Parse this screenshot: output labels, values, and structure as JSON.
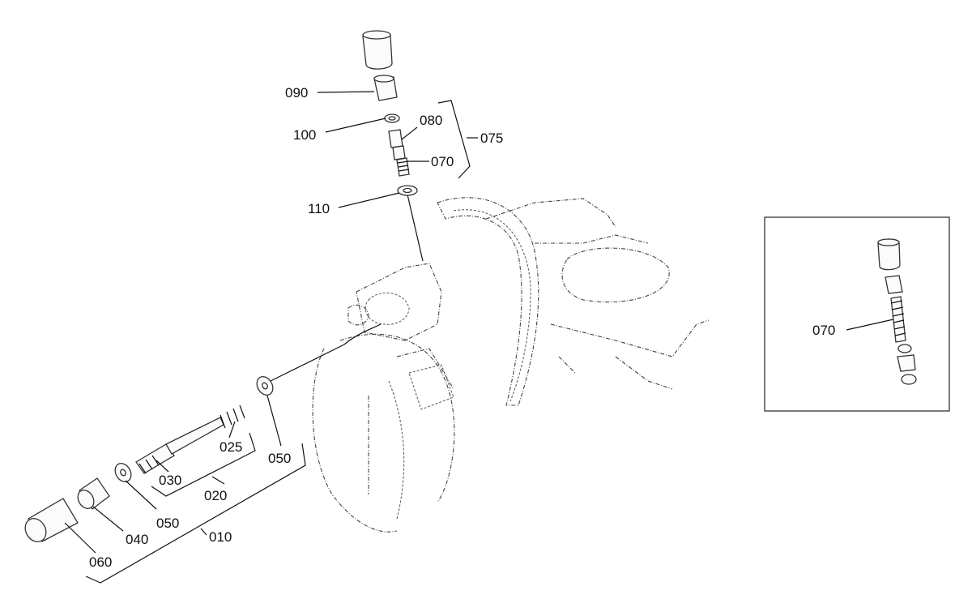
{
  "callouts": {
    "c090": "090",
    "c100": "100",
    "c080": "080",
    "c075": "075",
    "c070": "070",
    "c110": "110",
    "c025": "025",
    "c050a": "050",
    "c030": "030",
    "c020": "020",
    "c050b": "050",
    "c040": "040",
    "c010": "010",
    "c060": "060"
  },
  "inset": {
    "c070": "070"
  }
}
